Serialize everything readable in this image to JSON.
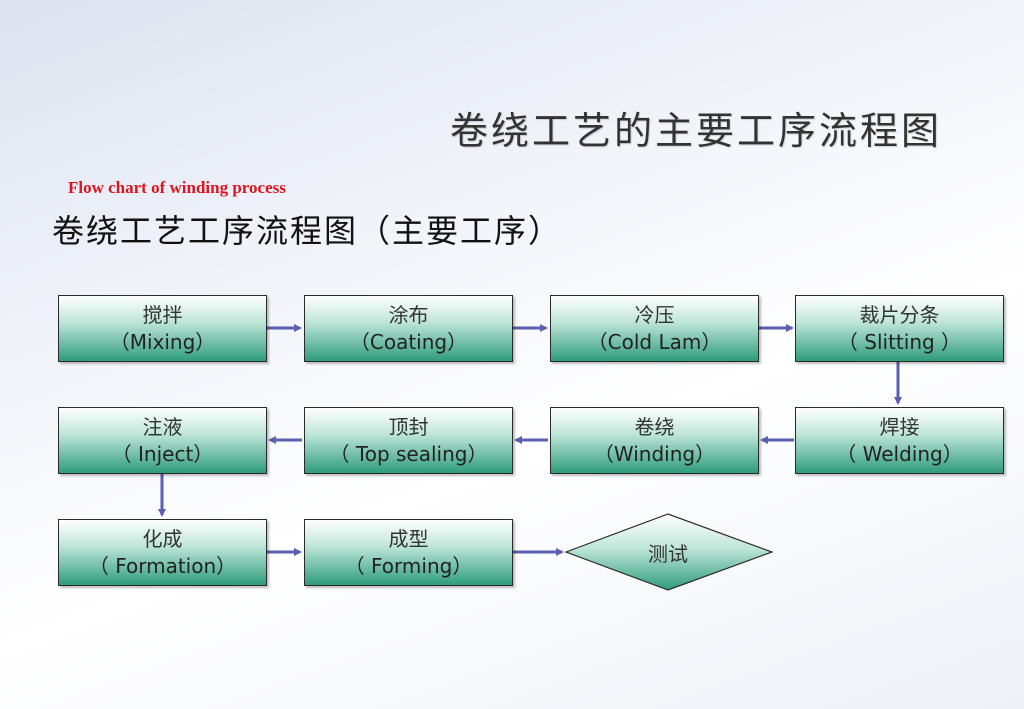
{
  "header": {
    "main_title": "卷绕工艺的主要工序流程图",
    "english_title": "Flow chart of winding process",
    "sub_title": "卷绕工艺工序流程图（主要工序）"
  },
  "nodes": [
    {
      "cn": "搅拌",
      "en": "（Mixing）"
    },
    {
      "cn": "涂布",
      "en": "（Coating）"
    },
    {
      "cn": "冷压",
      "en": "（Cold Lam）"
    },
    {
      "cn": "裁片分条",
      "en": "（ Slitting ）"
    },
    {
      "cn": "焊接",
      "en": "（ Welding）"
    },
    {
      "cn": "卷绕",
      "en": "（Winding）"
    },
    {
      "cn": "顶封",
      "en": "（ Top sealing）"
    },
    {
      "cn": "注液",
      "en": "（ Inject）"
    },
    {
      "cn": "化成",
      "en": "（ Formation）"
    },
    {
      "cn": "成型",
      "en": "（ Forming）"
    }
  ],
  "terminal": {
    "label": "测试"
  },
  "colors": {
    "title_red": "#e0141e",
    "arrow": "#5a5fb0",
    "box_dark": "#2e9c7c"
  }
}
